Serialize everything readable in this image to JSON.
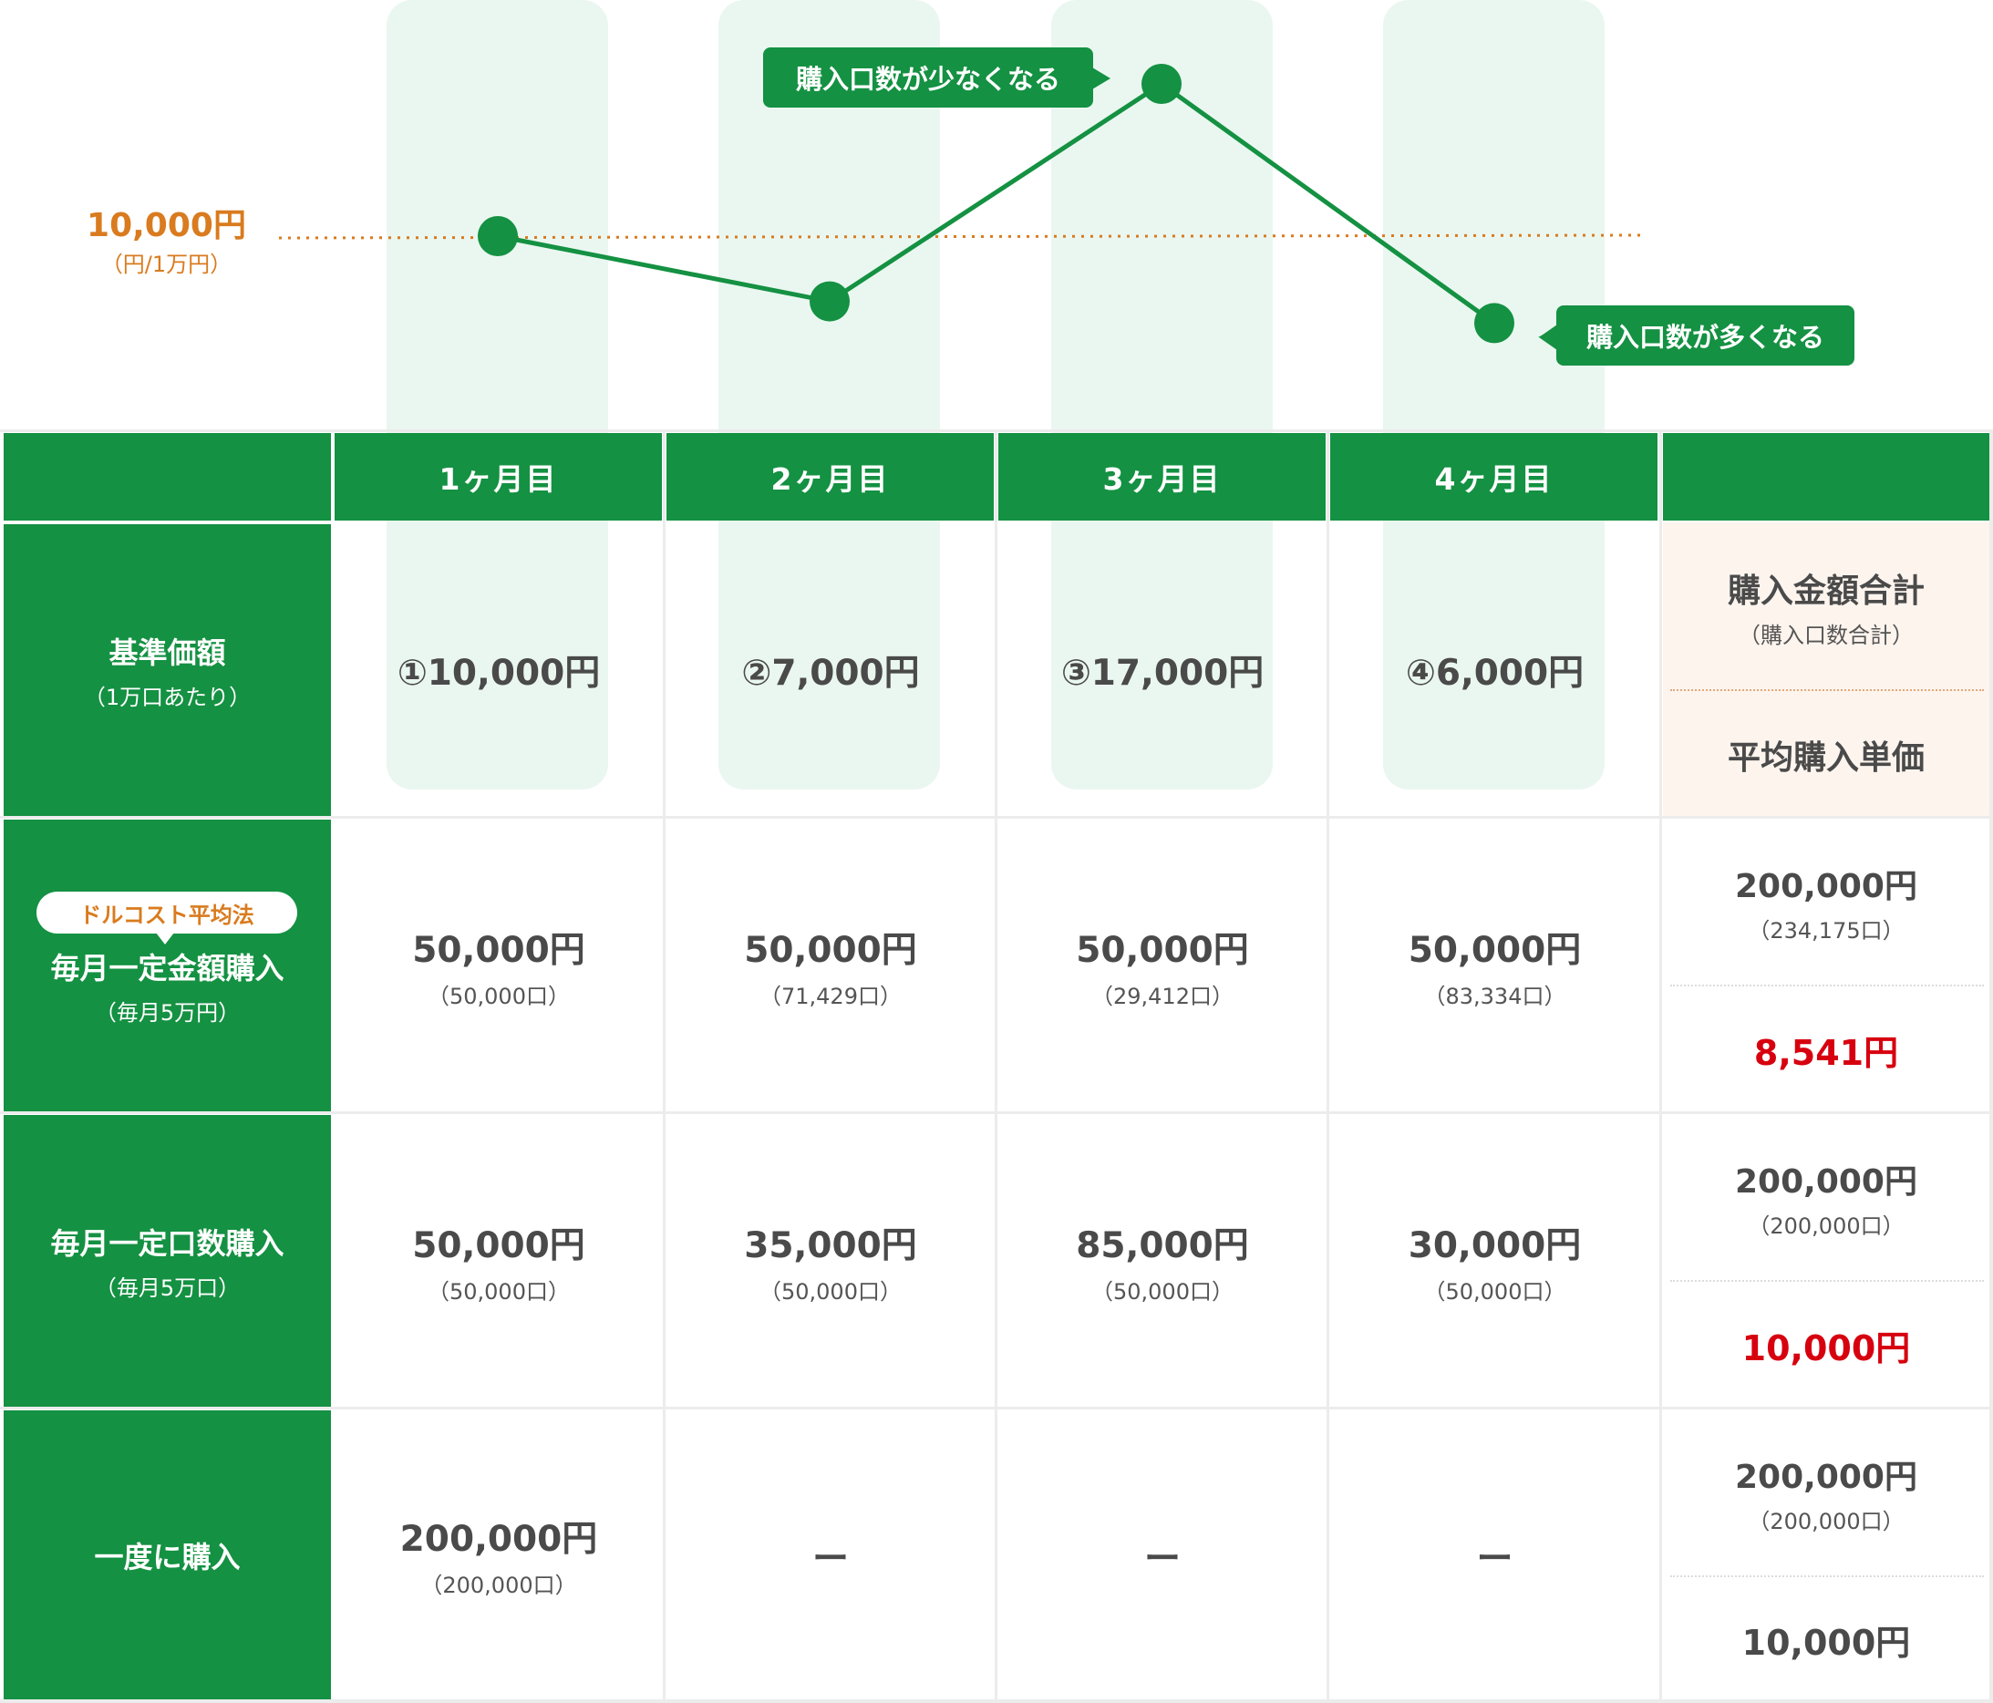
{
  "chart_data": {
    "type": "line",
    "title": "",
    "x": [
      "1ヶ月目",
      "2ヶ月目",
      "3ヶ月目",
      "4ヶ月目"
    ],
    "values": [
      10000,
      7000,
      17000,
      6000
    ],
    "reference_line": {
      "value": 10000,
      "label": "10,000円",
      "unit_label": "（円/1万円）"
    },
    "annotations": [
      {
        "text": "購入口数が少なくなる",
        "point": "3ヶ月目"
      },
      {
        "text": "購入口数が多くなる",
        "point": "4ヶ月目"
      }
    ],
    "colors": {
      "line": "#149142",
      "reference": "#d97b1e",
      "band": "#eaf7f0"
    }
  },
  "table": {
    "months": [
      "1ヶ月目",
      "2ヶ月目",
      "3ヶ月目",
      "4ヶ月目"
    ],
    "base_row": {
      "label": "基準価額",
      "sublabel": "（1万口あたり）",
      "values": [
        "①10,000円",
        "②7,000円",
        "③17,000円",
        "④6,000円"
      ],
      "summary_top": "購入金額合計",
      "summary_top_sub": "（購入口数合計）",
      "summary_bottom": "平均購入単価"
    },
    "rows": [
      {
        "badge": "ドルコスト平均法",
        "label": "毎月一定金額購入",
        "sublabel": "（毎月5万円）",
        "cells": [
          {
            "amount": "50,000円",
            "units": "（50,000口）"
          },
          {
            "amount": "50,000円",
            "units": "（71,429口）"
          },
          {
            "amount": "50,000円",
            "units": "（29,412口）"
          },
          {
            "amount": "50,000円",
            "units": "（83,334口）"
          }
        ],
        "total": "200,000円",
        "total_units": "（234,175口）",
        "average": "8,541円"
      },
      {
        "label": "毎月一定口数購入",
        "sublabel": "（毎月5万口）",
        "cells": [
          {
            "amount": "50,000円",
            "units": "（50,000口）"
          },
          {
            "amount": "35,000円",
            "units": "（50,000口）"
          },
          {
            "amount": "85,000円",
            "units": "（50,000口）"
          },
          {
            "amount": "30,000円",
            "units": "（50,000口）"
          }
        ],
        "total": "200,000円",
        "total_units": "（200,000口）",
        "average": "10,000円"
      },
      {
        "label": "一度に購入",
        "cells": [
          {
            "amount": "200,000円",
            "units": "（200,000口）"
          },
          {
            "amount": "ー"
          },
          {
            "amount": "ー"
          },
          {
            "amount": "ー"
          }
        ],
        "total": "200,000円",
        "total_units": "（200,000口）",
        "average": "10,000円"
      }
    ]
  }
}
